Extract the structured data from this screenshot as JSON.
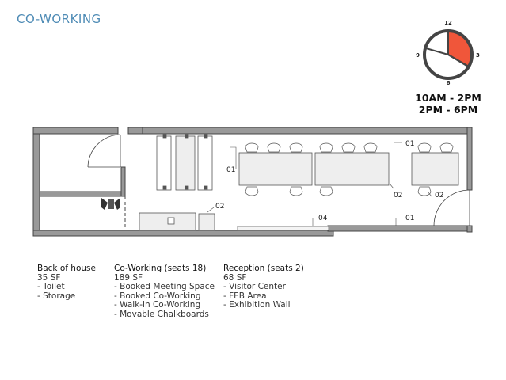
{
  "title": "CO-WORKING",
  "clock": {
    "labels": {
      "top": "12",
      "right": "3",
      "bottom": "6",
      "left": "9"
    },
    "highlight_color": "#f0563a",
    "times": [
      "10AM - 2PM",
      "2PM - 6PM"
    ]
  },
  "plan_labels": {
    "label_01_top": "01",
    "label_01_mid": "01",
    "label_01_right": "01",
    "label_02_left": "02",
    "label_02_mid": "02",
    "label_02_right": "02",
    "label_04": "04"
  },
  "legend": [
    {
      "heading": "Back of house",
      "area": "35 SF",
      "items": [
        "- Toilet",
        "- Storage"
      ]
    },
    {
      "heading": "Co-Working (seats 18)",
      "area": "189 SF",
      "items": [
        "- Booked Meeting Space",
        "- Booked Co-Working",
        "- Walk-in Co-Working",
        "- Movable Chalkboards"
      ]
    },
    {
      "heading": "Reception (seats 2)",
      "area": "68 SF",
      "items": [
        "- Visitor Center",
        "- FEB Area",
        "- Exhibition Wall"
      ]
    }
  ],
  "colors": {
    "title": "#4e8bb5",
    "wall": "#999999",
    "wall_stroke": "#444444",
    "table_fill": "#eeeeee"
  }
}
